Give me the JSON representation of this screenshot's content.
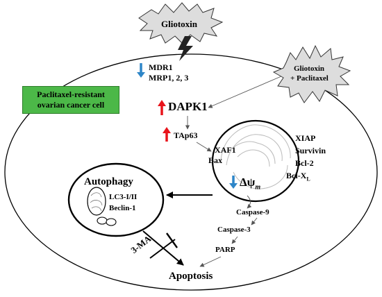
{
  "labels": {
    "gliotoxin": "Gliotoxin",
    "gliotoxin_paclitaxel_line1": "Gliotoxin",
    "gliotoxin_paclitaxel_line2": "+ Paclitaxel",
    "mdr1": "MDR1",
    "mrp": "MRP1, 2, 3",
    "cell_type_line1": "Paclitaxel-resistant",
    "cell_type_line2": "ovarian cancer cell",
    "dapk1": "DAPK1",
    "tap63": "TAp63",
    "xaf1": "XAF1",
    "bax": "Bax",
    "xiap": "XIAP",
    "survivin": "Survivin",
    "bcl2": "Bcl-2",
    "bclxl_base": "Bcl-X",
    "bclxl_sub": "L",
    "delta_psi_base": "Δψ",
    "delta_psi_sub": "m",
    "autophagy": "Autophagy",
    "lc3": "LC3-I/II",
    "beclin": "Beclin-1",
    "three_ma": "3-MA",
    "caspase9": "Caspase-9",
    "caspase3": "Caspase-3",
    "parp": "PARP",
    "apoptosis": "Apoptosis"
  },
  "colors": {
    "up_arrow": "#e8141b",
    "down_arrow": "#2e86c8",
    "cell_box_fill": "#4cb848",
    "line": "#000000"
  },
  "icons": {
    "lightning": "lightning-bolt-icon",
    "explosion": "explosion-burst-icon"
  }
}
